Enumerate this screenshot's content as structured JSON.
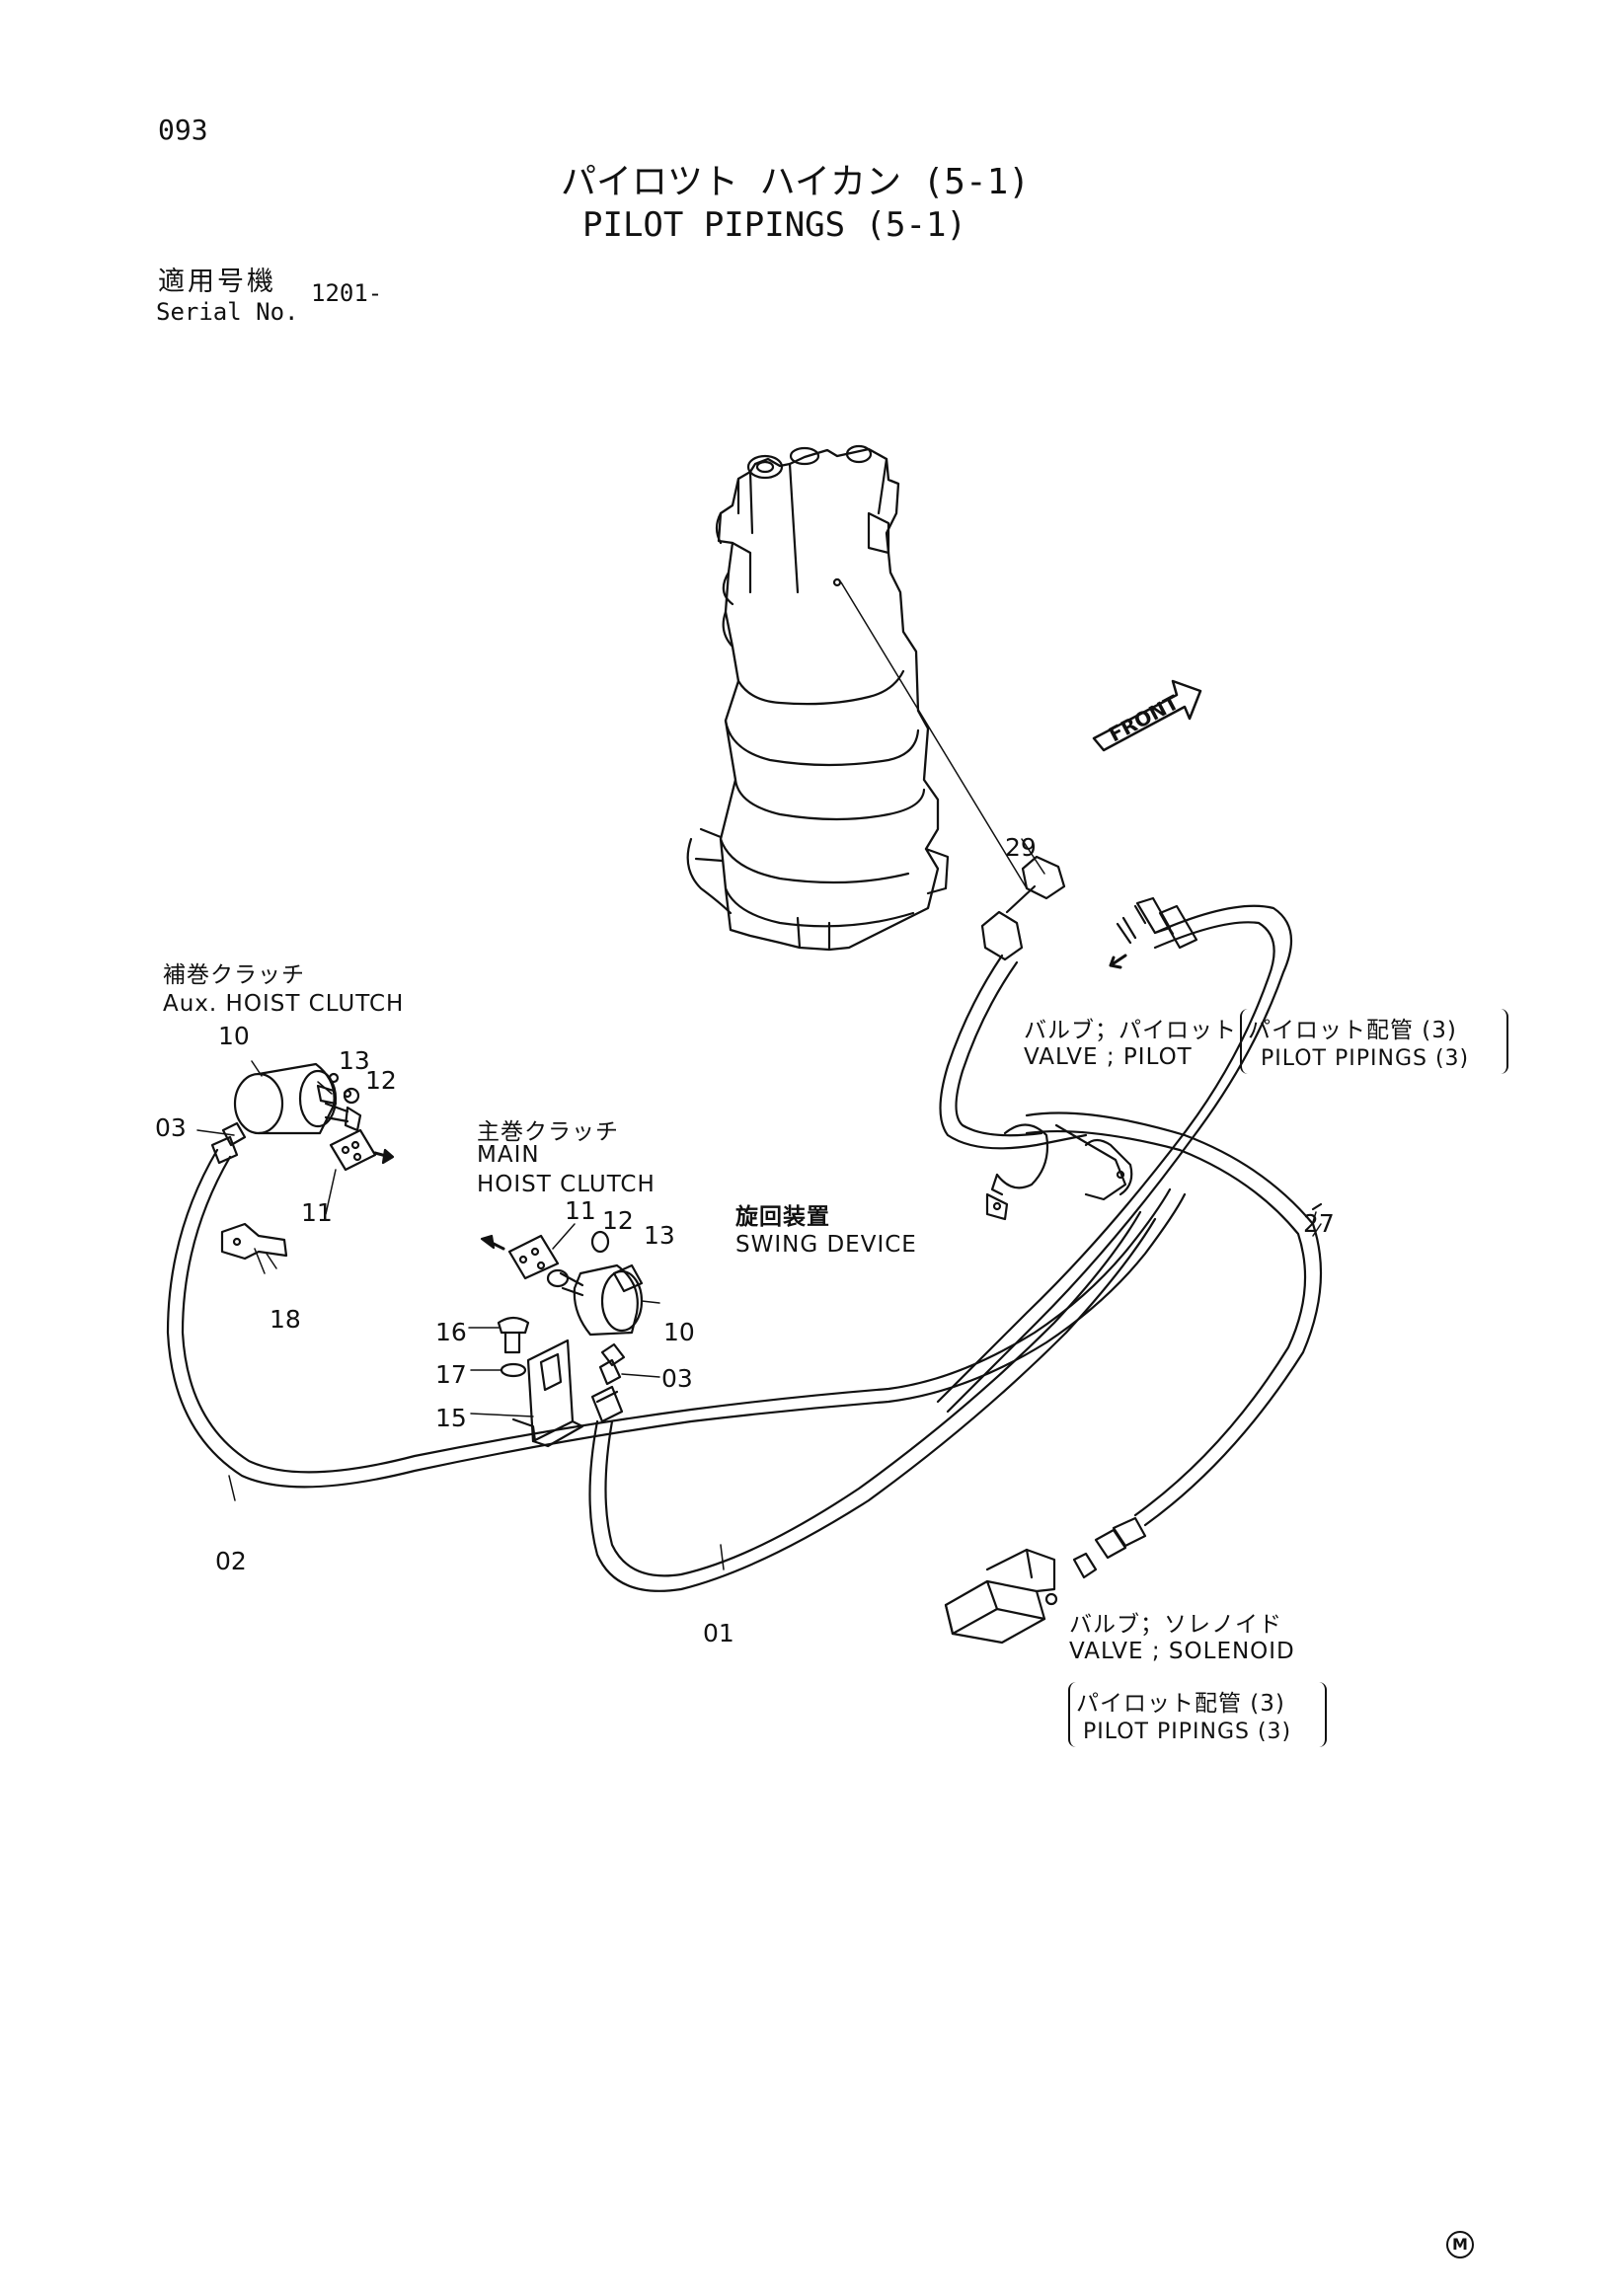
{
  "page_number": "093",
  "title_jp": "パイロツト ハイカン (5-1)",
  "title_en": "PILOT PIPINGS (5-1)",
  "serial": {
    "label_jp": "適用号機",
    "label_en": "Serial No.",
    "value": "1201-"
  },
  "front_label": "FRONT",
  "labels": {
    "aux_jp": "補巻クラッチ",
    "aux_en": "Aux. HOIST CLUTCH",
    "main_jp": "主巻クラッチ",
    "main_en1": "MAIN",
    "main_en2": "HOIST CLUTCH",
    "swing_jp": "旋回装置",
    "swing_en": "SWING DEVICE",
    "valve_pilot_jp": "バルブ；パイロット",
    "valve_pilot_en": "VALVE ; PILOT",
    "pilot_pipings_jp": "パイロット配管 (3)",
    "pilot_pipings_en": "PILOT PIPINGS (3)",
    "valve_sol_jp": "バルブ；ソレノイド",
    "valve_sol_en": "VALVE ; SOLENOID"
  },
  "part_numbers": {
    "p29": "29",
    "p10a": "10",
    "p13a": "13",
    "p12a": "12",
    "p03a": "03",
    "p11a": "11",
    "p18": "18",
    "p11b": "11",
    "p12b": "12",
    "p13b": "13",
    "p10b": "10",
    "p16": "16",
    "p17": "17",
    "p15": "15",
    "p03b": "03",
    "p27": "27",
    "p02": "02",
    "p01": "01"
  },
  "mark": "M"
}
